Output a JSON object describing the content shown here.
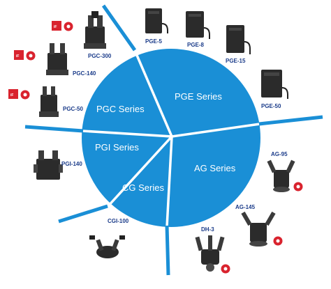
{
  "colors": {
    "circle": "#1a8fd6",
    "divider": "#ffffff",
    "product_label": "#1b3c8a",
    "gripper_dark": "#2b2b2b",
    "gripper_mid": "#4a4a4a",
    "award_red": "#d9232e"
  },
  "series": {
    "pgc": "PGC Series",
    "pge": "PGE Series",
    "pgi": "PGI Series",
    "cg": "CG Series",
    "ag": "AG Series"
  },
  "products": {
    "pgc300": "PGC-300",
    "pgc140": "PGC-140",
    "pgc50": "PGC-50",
    "pge5": "PGE-5",
    "pge8": "PGE-8",
    "pge15": "PGE-15",
    "pge50": "PGE-50",
    "pgi140": "PGI-140",
    "cgi100": "CGI-100",
    "dh3": "DH-3",
    "ag95": "AG-95",
    "ag145": "AG-145"
  },
  "awards": {
    "if_design": "iF",
    "icons": [
      "if-design-award-icon",
      "red-dot-award-icon"
    ]
  }
}
